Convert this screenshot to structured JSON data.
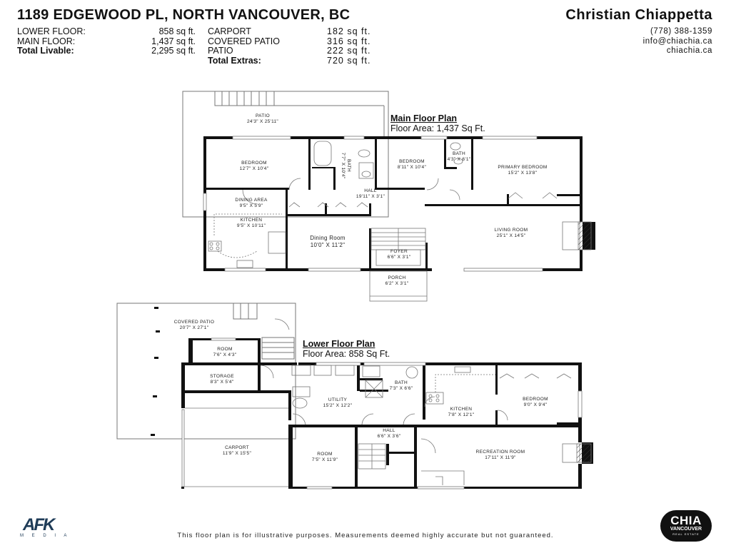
{
  "header": {
    "address": "1189 EDGEWOOD PL, NORTH VANCOUVER, BC",
    "agent_name": "Christian Chiappetta",
    "contact": {
      "phone": "(778) 388-1359",
      "email": "info@chiachia.ca",
      "website": "chiachia.ca"
    }
  },
  "areas": {
    "livable": [
      {
        "label": "LOWER FLOOR:",
        "value": "858 sq ft."
      },
      {
        "label": "MAIN FLOOR:",
        "value": "1,437 sq ft."
      },
      {
        "label": "Total Livable:",
        "value": "2,295 sq ft."
      }
    ],
    "extras": [
      {
        "label": "CARPORT",
        "value": "182 sq ft."
      },
      {
        "label": "COVERED PATIO",
        "value": "316 sq ft."
      },
      {
        "label": "PATIO",
        "value": "222 sq ft."
      },
      {
        "label": "Total Extras:",
        "value": "720 sq ft."
      }
    ]
  },
  "main_floor": {
    "heading": "Main Floor Plan",
    "area": "Floor Area: 1,437 Sq Ft.",
    "rooms": [
      {
        "name": "PATIO",
        "dims": "24'3\" X 25'11\""
      },
      {
        "name": "BEDROOM",
        "dims": "12'7\" X 10'4\""
      },
      {
        "name": "BATH",
        "dims": "7'7\" X 10'4\""
      },
      {
        "name": "BEDROOM",
        "dims": "8'11\" X 10'4\""
      },
      {
        "name": "BATH",
        "dims": "4'3\" X 6'1\""
      },
      {
        "name": "PRIMARY BEDROOM",
        "dims": "15'2\" X 13'8\""
      },
      {
        "name": "HALL",
        "dims": "19'11\" X 3'1\""
      },
      {
        "name": "DINING AREA",
        "dims": "9'5\" X 5'9\""
      },
      {
        "name": "KITCHEN",
        "dims": "9'5\" X 10'11\""
      },
      {
        "name": "Dining Room",
        "dims": "10'0\" X 11'2\""
      },
      {
        "name": "LIVING ROOM",
        "dims": "25'1\" X 14'5\""
      },
      {
        "name": "FOYER",
        "dims": "6'6\" X 3'1\""
      },
      {
        "name": "PORCH",
        "dims": "6'2\" X 3'1\""
      }
    ]
  },
  "lower_floor": {
    "heading": "Lower Floor Plan",
    "area": "Floor Area: 858 Sq Ft.",
    "rooms": [
      {
        "name": "COVERED PATIO",
        "dims": "20'7\" X 27'1\""
      },
      {
        "name": "ROOM",
        "dims": "7'6\" X 4'3\""
      },
      {
        "name": "STORAGE",
        "dims": "8'3\" X 5'4\""
      },
      {
        "name": "UTILITY",
        "dims": "15'2\" X 12'2\""
      },
      {
        "name": "BATH",
        "dims": "7'3\" X 6'6\""
      },
      {
        "name": "KITCHEN",
        "dims": "7'8\" X 12'1\""
      },
      {
        "name": "BEDROOM",
        "dims": "9'0\" X 9'4\""
      },
      {
        "name": "CARPORT",
        "dims": "11'9\" X 15'5\""
      },
      {
        "name": "ROOM",
        "dims": "7'5\" X 11'9\""
      },
      {
        "name": "HALL",
        "dims": "6'6\" X 3'6\""
      },
      {
        "name": "RECREATION ROOM",
        "dims": "17'11\" X 11'9\""
      }
    ]
  },
  "footer": {
    "disclaimer": "This floor plan is for illustrative purposes. Measurements deemed highly accurate but not guaranteed.",
    "left_logo": {
      "main": "AFK",
      "sub": "M E D I A"
    },
    "right_logo": {
      "main": "CHIA",
      "sub": "VANCOUVER",
      "tag": "REAL ESTATE"
    }
  },
  "colors": {
    "wall": "#111111",
    "thin_line": "#666666",
    "afk_dark": "#1f3c58",
    "badge": "#111111"
  }
}
